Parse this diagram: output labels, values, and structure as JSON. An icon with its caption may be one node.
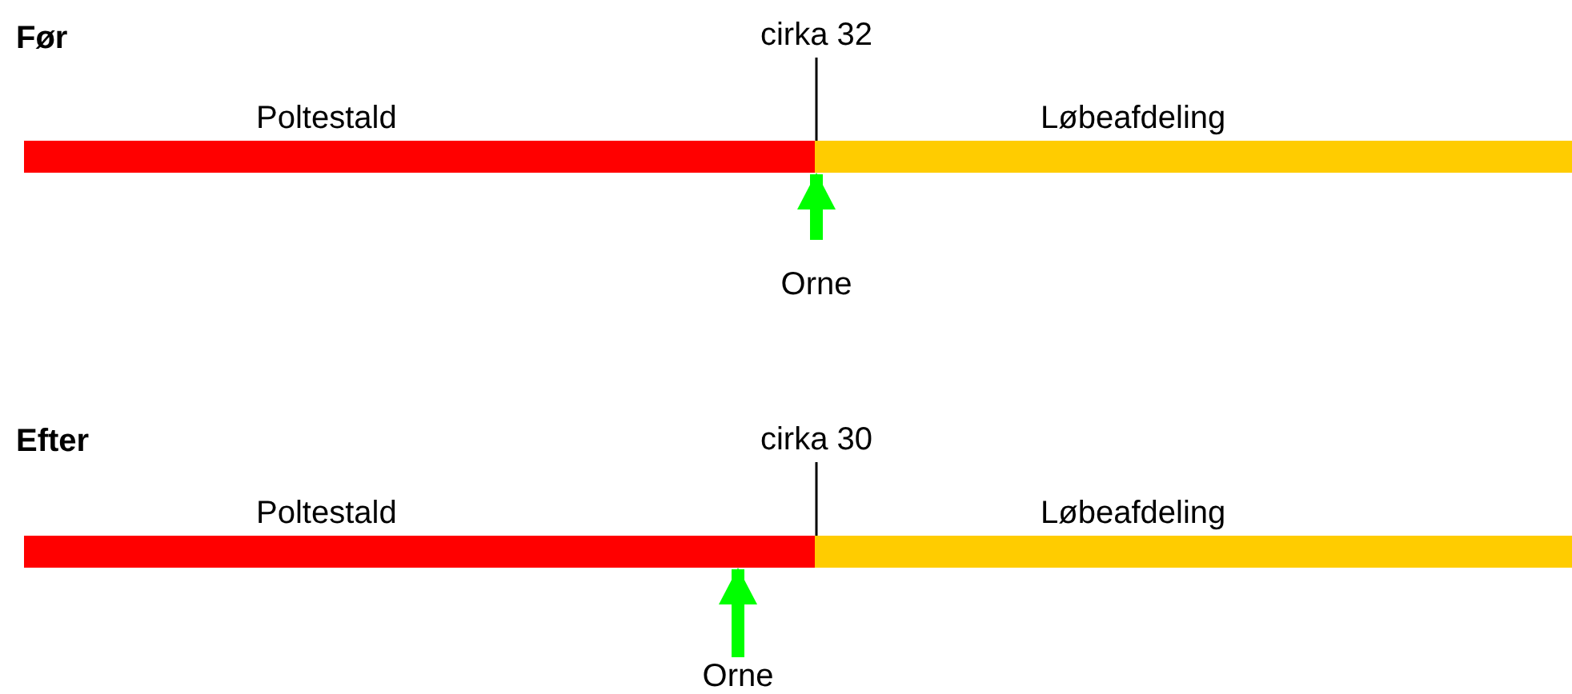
{
  "diagram": {
    "nodes": [
      {
        "text": [
          "Poltestald"
        ]
      },
      {
        "text": [
          "Løbeafdeling"
        ]
      },
      {
        "text": [
          "cirka 32"
        ]
      },
      {
        "text": [
          "Orne"
        ]
      },
      {
        "text": [
          "Poltestald"
        ]
      },
      {
        "text": [
          "Løbeafdeling"
        ]
      },
      {
        "text": [
          "cirka 30"
        ]
      },
      {
        "text": [
          "Orne"
        ]
      }
    ],
    "edges": [
      {
        "from": 2,
        "to": 0,
        "arrow": "none",
        "color": "#000000"
      },
      {
        "from": 3,
        "to": 0,
        "arrow": "to",
        "style": "thick",
        "color": "#00ff00"
      },
      {
        "from": 6,
        "to": 4,
        "arrow": "none",
        "color": "#000000"
      },
      {
        "from": 7,
        "to": 4,
        "arrow": "to",
        "style": "thick",
        "color": "#00ff00"
      }
    ],
    "labels": [
      "Før",
      "Efter"
    ]
  }
}
